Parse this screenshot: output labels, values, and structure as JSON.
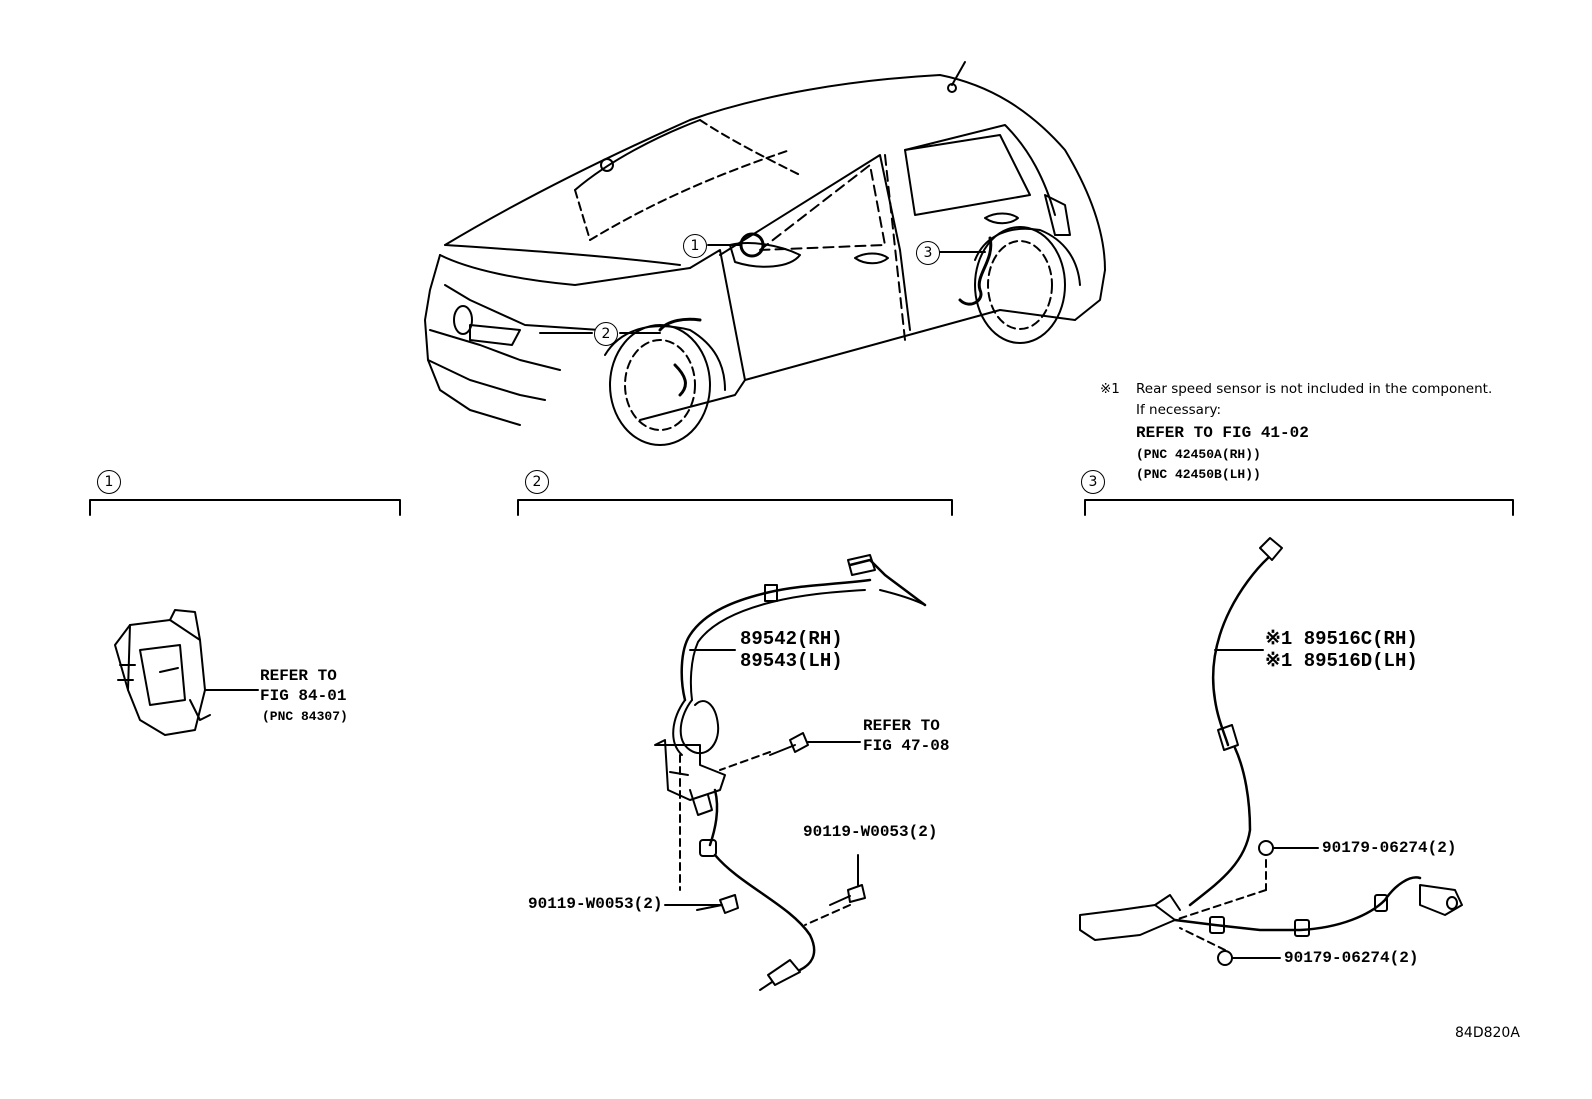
{
  "callouts": {
    "c1": "1",
    "c2": "2",
    "c3": "3"
  },
  "sections": {
    "s1": {
      "number": "1"
    },
    "s2": {
      "number": "2"
    },
    "s3": {
      "number": "3"
    }
  },
  "note": {
    "mark": "※1",
    "line1": "Rear speed sensor is not included in the component.",
    "line2": "If necessary:",
    "line3": "REFER TO FIG 41-02",
    "line4": "(PNC 42450A(RH))",
    "line5": "(PNC 42450B(LH))"
  },
  "section1": {
    "refer_line1": "REFER TO",
    "refer_line2": "FIG 84-01",
    "refer_line3": "(PNC 84307)"
  },
  "section2": {
    "part_rh": "89542(RH)",
    "part_lh": "89543(LH)",
    "refer_line1": "REFER TO",
    "refer_line2": "FIG 47-08",
    "bolt_upper": "90119-W0053(2)",
    "bolt_lower": "90119-W0053(2)"
  },
  "section3": {
    "part_rh": "※1 89516C(RH)",
    "part_lh": "※1 89516D(LH)",
    "clip_upper": "90179-06274(2)",
    "clip_lower": "90179-06274(2)"
  },
  "figure_code": "84D820A"
}
